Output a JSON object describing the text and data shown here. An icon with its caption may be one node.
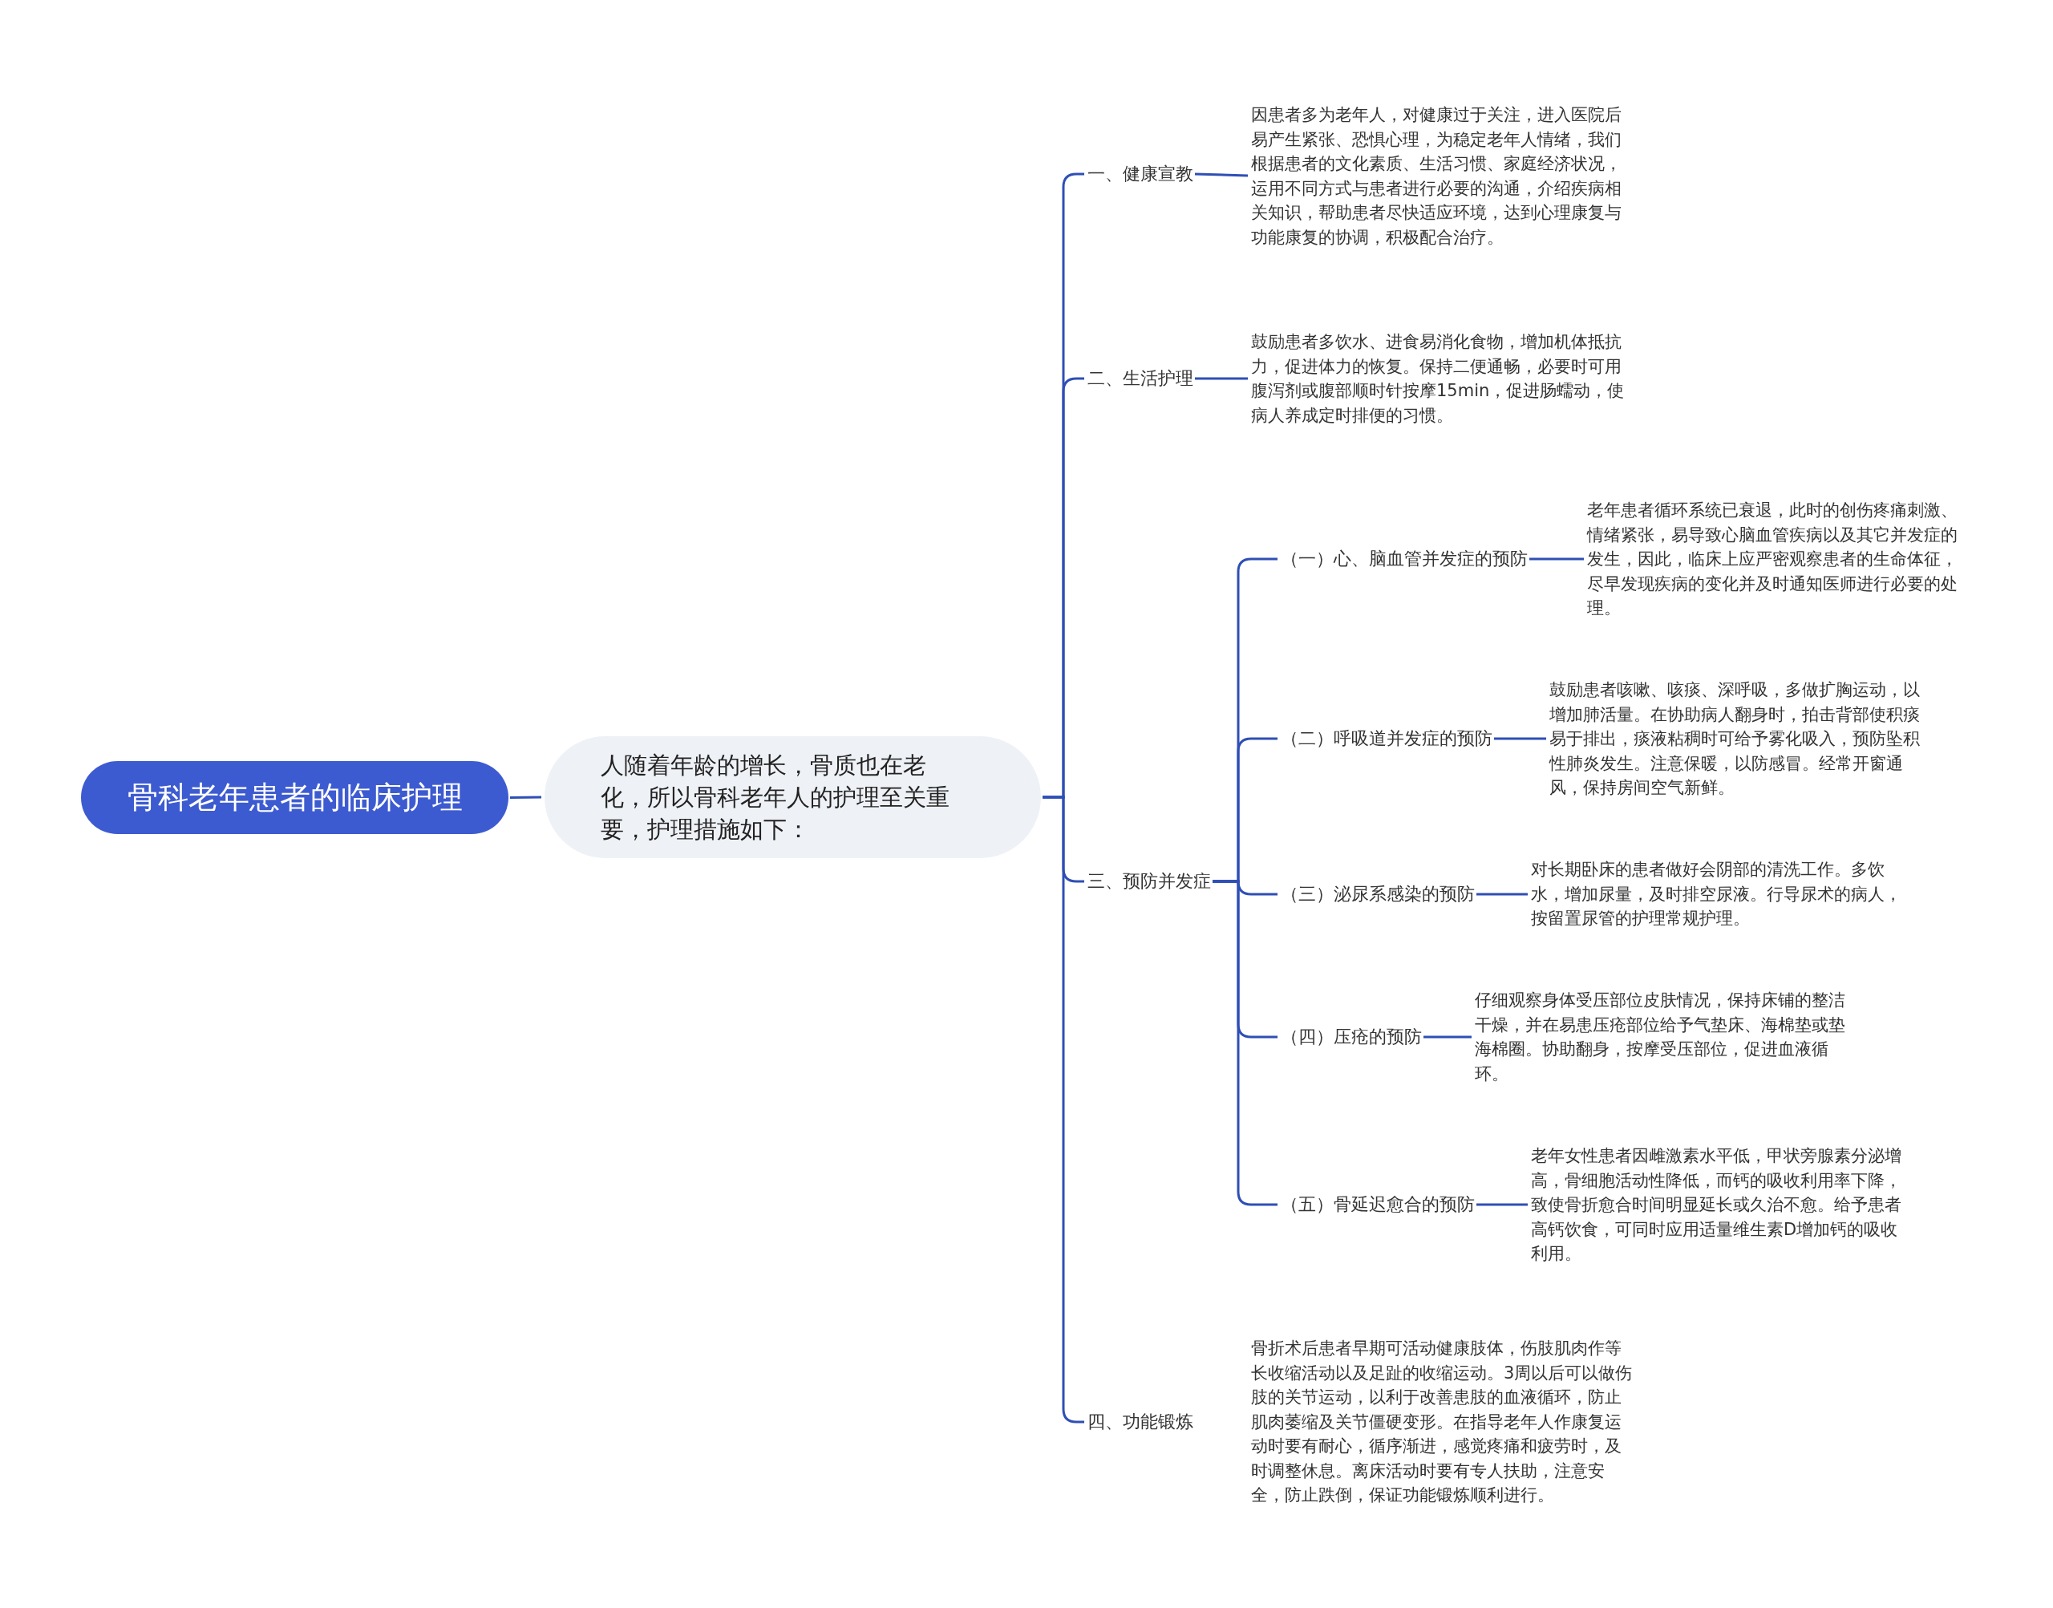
{
  "diagram": {
    "nodes": [
      {
        "text": [
          "骨科老年患者的临床护理"
        ]
      },
      {
        "text": [
          "人随着年龄的增长，骨质也在老化，所以骨科老年人的护理至关重要，护理措施如下："
        ]
      },
      {
        "text": [
          "一、健康宣教"
        ]
      },
      {
        "text": [
          "因患者多为老年人，对健康过于关注，进入医院后易产生紧张、恐惧心理，为稳定老年人情绪，我们根据患者的文化素质、生活习惯、家庭经济状况，运用不同方式与患者进行必要的沟通，介绍疾病相关知识，帮助患者尽快适应环境，达到心理康复与功能康复的协调，积极配合治疗。"
        ]
      },
      {
        "text": [
          "二、生活护理"
        ]
      },
      {
        "text": [
          "鼓励患者多饮水、进食易消化食物，增加机体抵抗力，促进体力的恢复。保持二便通畅，必要时可用腹泻剂或腹部顺时针按摩15min，促进肠蠕动，使病人养成定时排便的习惯。"
        ]
      },
      {
        "text": [
          "三、预防并发症"
        ]
      },
      {
        "text": [
          "（一）心、脑血管并发症的预防"
        ]
      },
      {
        "text": [
          "老年患者循环系统已衰退，此时的创伤疼痛刺激、情绪紧张，易导致心脑血管疾病以及其它并发症的发生，因此，临床上应严密观察患者的生命体征，尽早发现疾病的变化并及时通知医师进行必要的处理。"
        ]
      },
      {
        "text": [
          "（二）呼吸道并发症的预防"
        ]
      },
      {
        "text": [
          "鼓励患者咳嗽、咳痰、深呼吸，多做扩胸运动，以增加肺活量。在协助病人翻身时，拍击背部使积痰易于排出，痰液粘稠时可给予雾化吸入，预防坠积性肺炎发生。注意保暖，以防感冒。经常开窗通风，保持房间空气新鲜。"
        ]
      },
      {
        "text": [
          "（三）泌尿系感染的预防"
        ]
      },
      {
        "text": [
          "对长期卧床的患者做好会阴部的清洗工作。多饮水，增加尿量，及时排空尿液。行导尿术的病人，按留置尿管的护理常规护理。"
        ]
      },
      {
        "text": [
          "（四）压疮的预防"
        ]
      },
      {
        "text": [
          "仔细观察身体受压部位皮肤情况，保持床铺的整洁干燥，并在易患压疮部位给予气垫床、海棉垫或垫海棉圈。协助翻身，按摩受压部位，促进血液循环。"
        ]
      },
      {
        "text": [
          "（五）骨延迟愈合的预防"
        ]
      },
      {
        "text": [
          "老年女性患者因雌激素水平低，甲状旁腺素分泌增高，骨细胞活动性降低，而钙的吸收利用率下降，致使骨折愈合时间明显延长或久治不愈。给予患者高钙饮食，可同时应用适量维生素D增加钙的吸收利用。"
        ]
      },
      {
        "text": [
          "四、功能锻炼"
        ]
      },
      {
        "text": [
          "骨折术后患者早期可活动健康肢体，伤肢肌肉作等长收缩活动以及足趾的收缩运动。3周以后可以做伤肢的关节运动，以利于改善患肢的血液循环，防止肌肉萎缩及关节僵硬变形。在指导老年人作康复运动时要有耐心，循序渐进，感觉疼痛和疲劳时，及时调整休息。离床活动时要有专人扶助，注意安全，防止跌倒，保证功能锻炼顺利进行。"
        ]
      }
    ],
    "edges": [
      {
        "from": 0,
        "to": 1,
        "arrow": "none"
      },
      {
        "from": 1,
        "to": 2,
        "arrow": "none"
      },
      {
        "from": 1,
        "to": 4,
        "arrow": "none"
      },
      {
        "from": 1,
        "to": 6,
        "arrow": "none"
      },
      {
        "from": 1,
        "to": 17,
        "arrow": "none"
      },
      {
        "from": 2,
        "to": 3,
        "arrow": "none"
      },
      {
        "from": 4,
        "to": 5,
        "arrow": "none"
      },
      {
        "from": 6,
        "to": 7,
        "arrow": "none"
      },
      {
        "from": 6,
        "to": 9,
        "arrow": "none"
      },
      {
        "from": 6,
        "to": 11,
        "arrow": "none"
      },
      {
        "from": 6,
        "to": 13,
        "arrow": "none"
      },
      {
        "from": 6,
        "to": 15,
        "arrow": "none"
      },
      {
        "from": 7,
        "to": 8,
        "arrow": "none"
      },
      {
        "from": 9,
        "to": 10,
        "arrow": "none"
      },
      {
        "from": 11,
        "to": 12,
        "arrow": "none"
      },
      {
        "from": 13,
        "to": 14,
        "arrow": "none"
      },
      {
        "from": 15,
        "to": 16,
        "arrow": "none"
      }
    ]
  }
}
